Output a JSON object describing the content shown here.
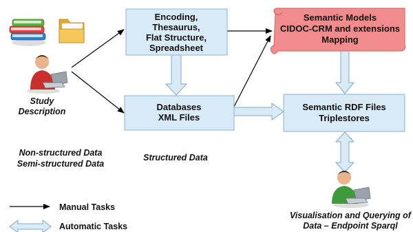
{
  "boxes": {
    "encoding": {
      "lines": [
        "Encoding,",
        "Thesaurus,",
        "Flat Structure,",
        "Spreadsheet"
      ]
    },
    "databases": {
      "lines": [
        "Databases",
        "XML Files"
      ]
    },
    "semantic_models": {
      "lines": [
        "Semantic Models",
        "CIDOC-CRM and extensions",
        "Mapping"
      ]
    },
    "rdf": {
      "lines": [
        "Semantic RDF Files",
        "Triplestores"
      ]
    }
  },
  "labels": {
    "study": [
      "Study",
      "Description"
    ],
    "non_structured": [
      "Non-structured Data",
      "Semi-structured Data"
    ],
    "structured": "Structured Data",
    "visualisation": [
      "Visualisation and Querying of",
      "Data – Endpoint Sparql"
    ]
  },
  "legend": {
    "manual": "Manual Tasks",
    "automatic": "Automatic Tasks"
  },
  "icons": {
    "books": "books-icon",
    "folder": "folder-icon",
    "user_red": "user-laptop-icon",
    "user_green": "user-laptop-icon"
  },
  "colors": {
    "box_fill": "#d9eaf7",
    "box_stroke": "#88b4d6",
    "scroll_fill": "#f28b8b",
    "scroll_stroke": "#c9605e",
    "arrow_fill": "#d9eaf7",
    "arrow_stroke": "#7fa8cc"
  }
}
